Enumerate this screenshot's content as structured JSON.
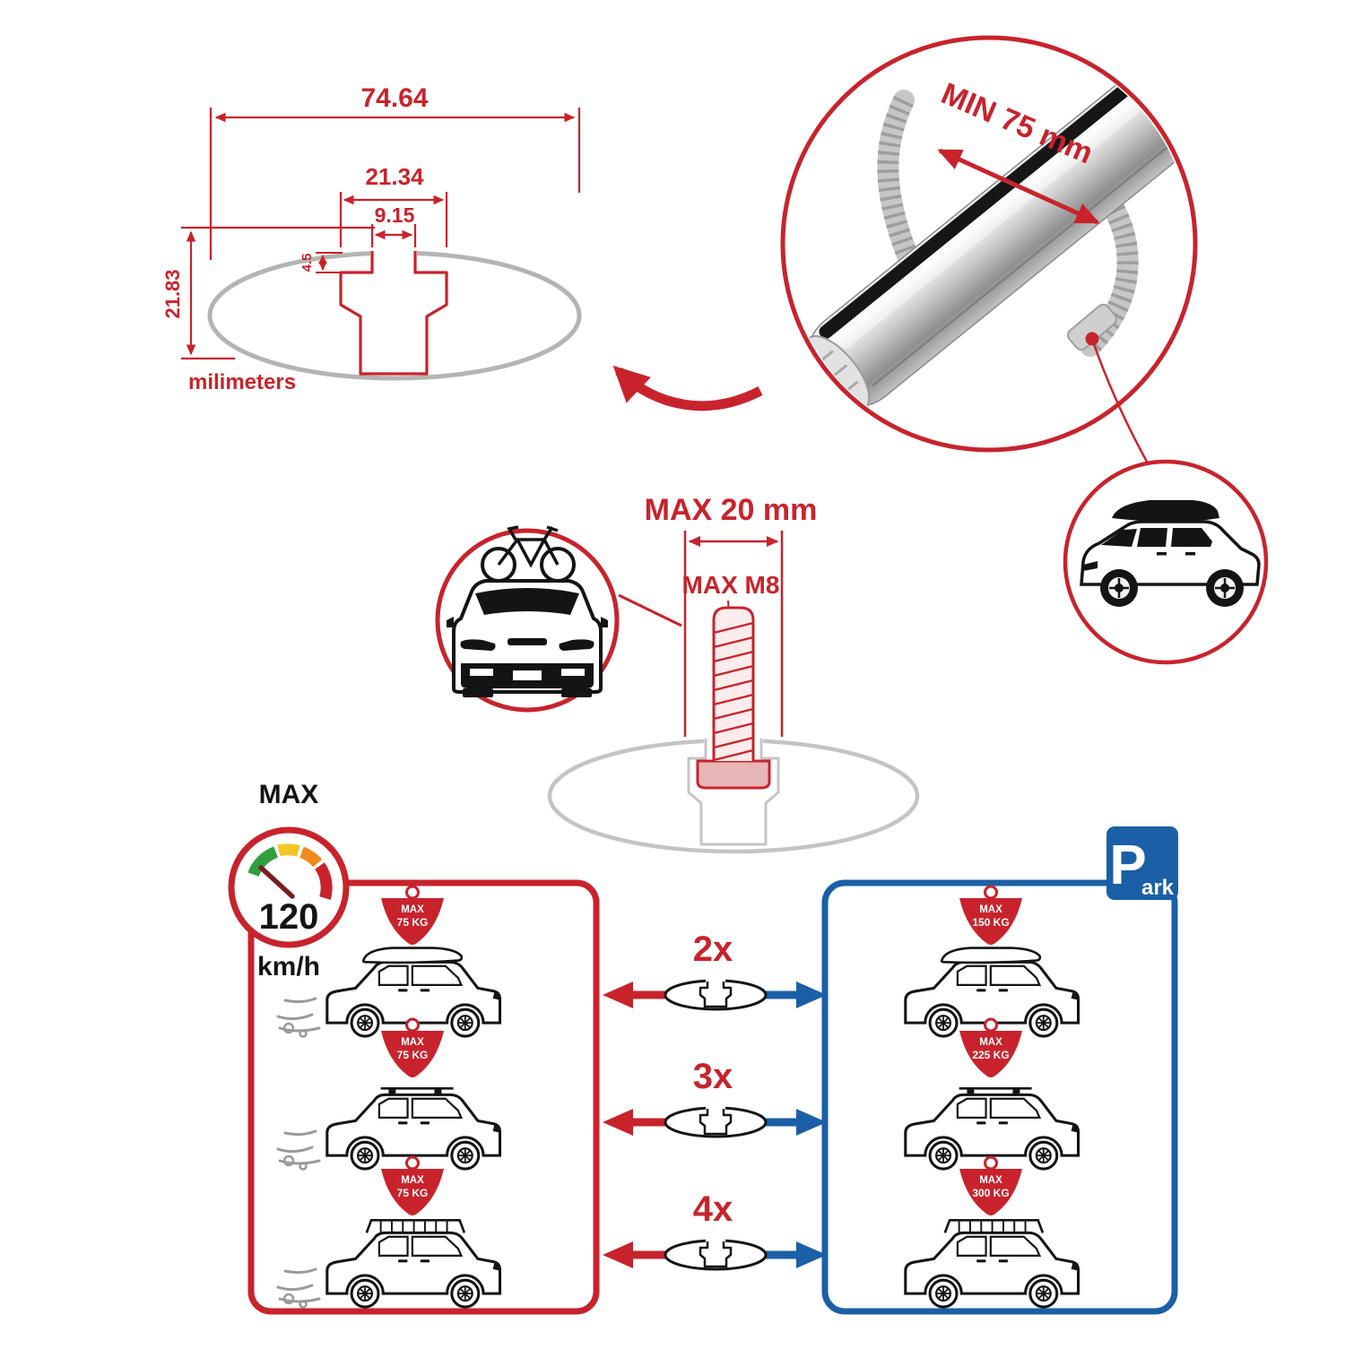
{
  "colors": {
    "red": "#c8232c",
    "blue": "#1b5fa6",
    "gray": "#b4b4b4",
    "dark": "#141414"
  },
  "cross_section": {
    "total_width": "74.64",
    "channel_width": "21.34",
    "slot_width": "9.15",
    "lip_height": "4.5",
    "total_height": "21.83",
    "units": "milimeters"
  },
  "bar": {
    "min_span": "MIN 75 mm"
  },
  "bolt": {
    "max_width": "MAX 20 mm",
    "max_thread": "MAX M8"
  },
  "speed": {
    "label": "MAX",
    "value": "120",
    "unit": "km/h"
  },
  "park_sign": {
    "initial": "P",
    "rest": "ark"
  },
  "multipliers": [
    {
      "label": "2x"
    },
    {
      "label": "3x"
    },
    {
      "label": "4x"
    }
  ],
  "driving_cars": [
    {
      "flag_title": "MAX",
      "flag_weight": "75 KG"
    },
    {
      "flag_title": "MAX",
      "flag_weight": "75 KG"
    },
    {
      "flag_title": "MAX",
      "flag_weight": "75 KG"
    }
  ],
  "parked_cars": [
    {
      "flag_title": "MAX",
      "flag_weight": "150 KG"
    },
    {
      "flag_title": "MAX",
      "flag_weight": "225 KG"
    },
    {
      "flag_title": "MAX",
      "flag_weight": "300 KG"
    }
  ]
}
